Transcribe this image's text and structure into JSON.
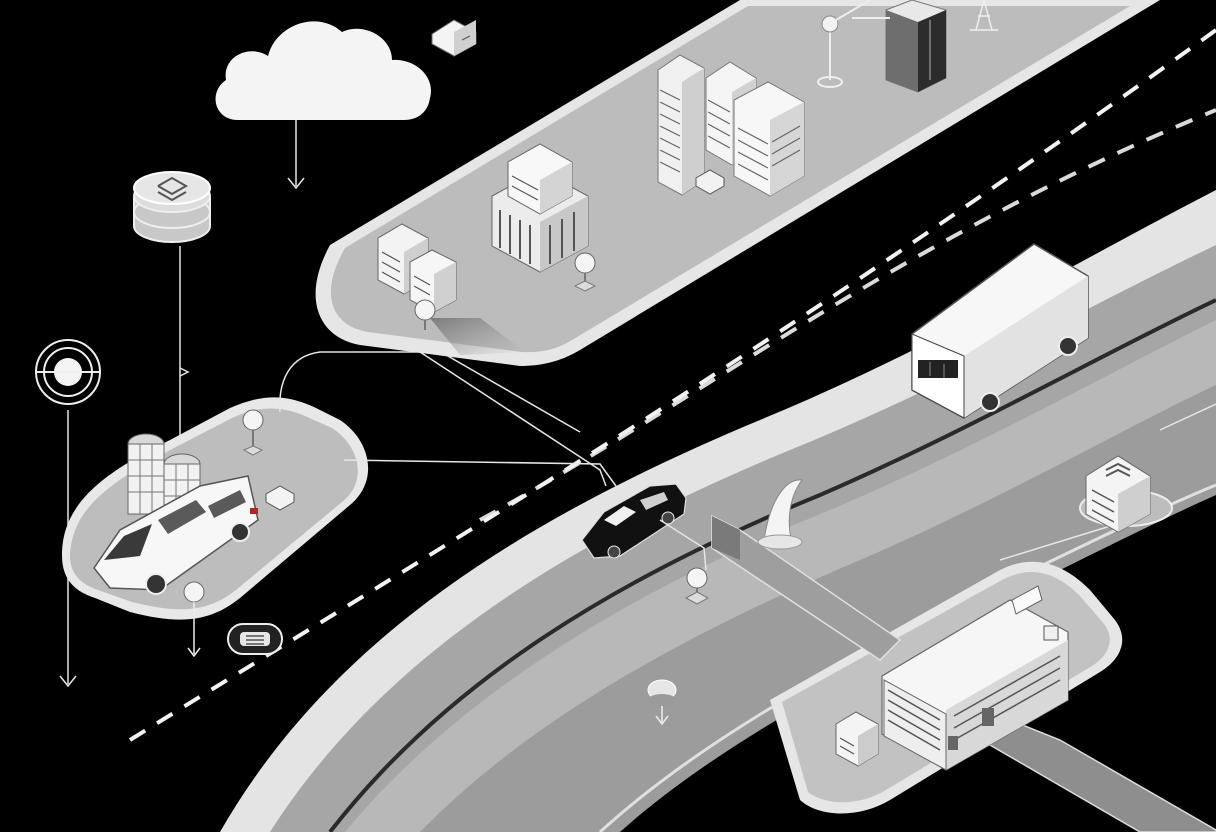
{
  "colors": {
    "background": "#000000",
    "platform": "#bdbdbd",
    "platform_edge": "#e6e6e6",
    "road": "#a9a9a9",
    "road_edge": "#ededed",
    "building_light": "#f4f4f4",
    "building_mid": "#cfcfcf",
    "building_dark": "#8c8c8c",
    "line": "#e8e8e8",
    "car": "#111111"
  },
  "icons": {
    "cloud": "cloud-icon",
    "database": "database-stack-icon",
    "radar": "radar-target-icon",
    "server": "server-cube-icon",
    "chip": "chip-badge-icon",
    "node": "map-pin-node-icon"
  },
  "scene": {
    "vehicles": [
      "van",
      "box-truck",
      "sedan"
    ],
    "has_text": false
  }
}
